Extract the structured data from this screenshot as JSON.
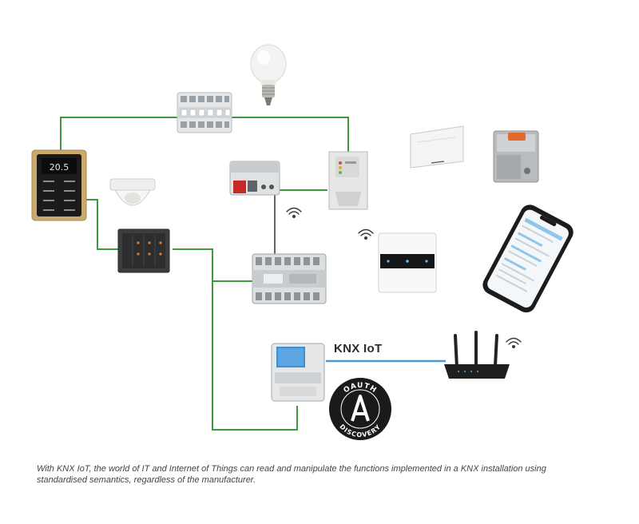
{
  "diagram": {
    "knx_label": "KNX IoT",
    "badge_top": "OAUTH",
    "badge_bottom": "DISCOVERY",
    "badge_letter": "A",
    "touch_panel_display": "20.5",
    "caption": "With KNX IoT, the world of IT and Internet of Things can read and manipulate the functions implemented in a KNX installation using standardised semantics, regardless of the manufacturer."
  },
  "colors": {
    "bus_line": "#3e9a3e",
    "ip_line": "#4a9bd4",
    "caption": "#444444"
  },
  "icons": [
    "light-bulb-icon",
    "wifi-icon",
    "router-icon",
    "smartphone-icon",
    "oauth-badge-icon"
  ]
}
